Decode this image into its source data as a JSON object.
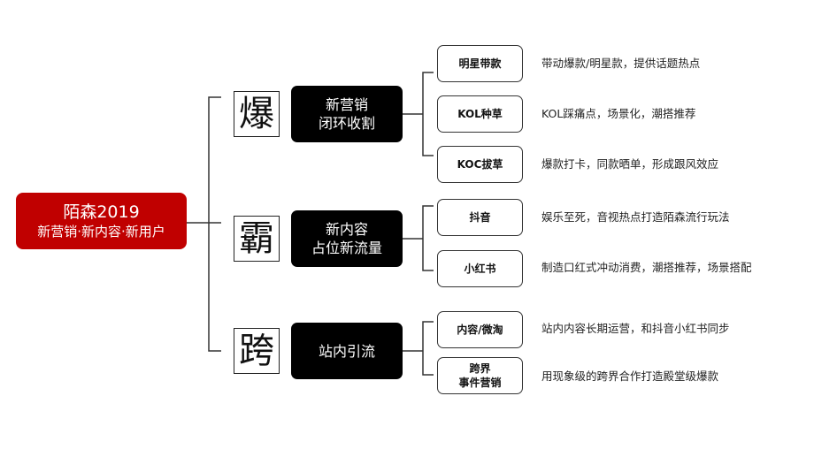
{
  "root": {
    "title": "陌森2019",
    "subtitle": "新营销·新内容·新用户"
  },
  "branches": [
    {
      "char": "爆",
      "category": [
        "新营销",
        "闭环收割"
      ],
      "items": [
        {
          "label": [
            "明星带款"
          ],
          "desc": "带动爆款/明星款，提供话题热点"
        },
        {
          "label": [
            "KOL种草"
          ],
          "desc": "KOL踩痛点，场景化，潮搭推荐"
        },
        {
          "label": [
            "KOC拔草"
          ],
          "desc": "爆款打卡，同款晒单，形成跟风效应"
        }
      ]
    },
    {
      "char": "霸",
      "category": [
        "新内容",
        "占位新流量"
      ],
      "items": [
        {
          "label": [
            "抖音"
          ],
          "desc": "娱乐至死，音视热点打造陌森流行玩法"
        },
        {
          "label": [
            "小红书"
          ],
          "desc": "制造口红式冲动消费，潮搭推荐，场景搭配"
        }
      ]
    },
    {
      "char": "跨",
      "category": [
        "站内引流"
      ],
      "items": [
        {
          "label": [
            "内容/微淘"
          ],
          "desc": "站内内容长期运营，和抖音小红书同步"
        },
        {
          "label": [
            "跨界",
            "事件营销"
          ],
          "desc": "用现象级的跨界合作打造殿堂级爆款"
        }
      ]
    }
  ],
  "colors": {
    "root_bg": "#c00000",
    "category_bg": "#000000",
    "line": "#333333"
  }
}
